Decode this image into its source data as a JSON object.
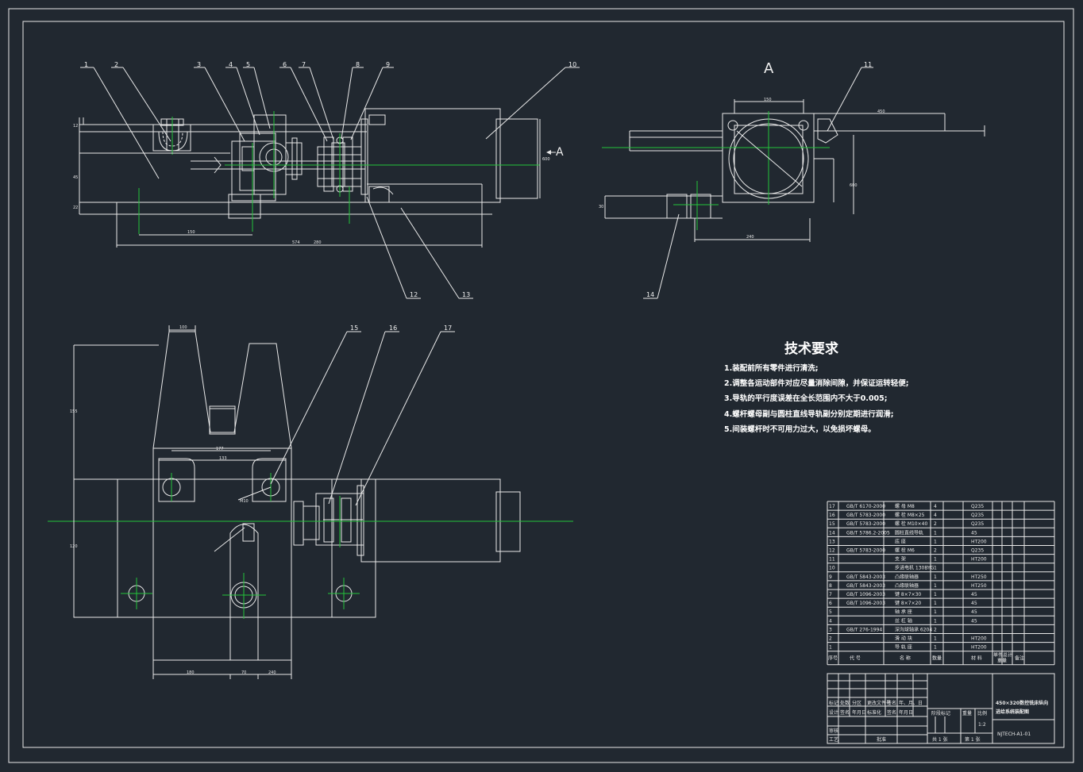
{
  "colors": {
    "background": "#212830",
    "lines": "#e9e9e9",
    "centerlines": "#22c43a"
  },
  "section_label": "A",
  "arrow_label": "A",
  "part_callouts": [
    "1",
    "2",
    "3",
    "4",
    "5",
    "6",
    "7",
    "8",
    "9",
    "10",
    "11",
    "12",
    "13",
    "14",
    "15",
    "16",
    "17"
  ],
  "tech_requirements": {
    "title": "技术要求",
    "items": [
      "1.装配前所有零件进行清洗;",
      "2.调整各运动部件对应尽量消除间隙，并保证运转轻便;",
      "3.导轨的平行度误差在全长范围内不大于0.005;",
      "4.螺杆螺母副与圆柱直线导轨副分别定期进行润滑;",
      "5.间装螺杆时不可用力过大，以免损坏螺母。"
    ]
  },
  "bom": [
    {
      "no": "17",
      "std": "GB/T 6170-2000",
      "name": "螺 母 M8",
      "qty": "4",
      "mat": "Q235"
    },
    {
      "no": "16",
      "std": "GB/T 5783-2000",
      "name": "螺 栓 M8×25",
      "qty": "4",
      "mat": "Q235"
    },
    {
      "no": "15",
      "std": "GB/T 5783-2000",
      "name": "螺 栓 M10×40",
      "qty": "2",
      "mat": "Q235"
    },
    {
      "no": "14",
      "std": "GB/T 5786.2-2005",
      "name": "圆柱直线导轨",
      "qty": "1",
      "mat": "45"
    },
    {
      "no": "13",
      "std": "",
      "name": "底 座",
      "qty": "1",
      "mat": "HT200"
    },
    {
      "no": "12",
      "std": "GB/T 5783-2000",
      "name": "螺 栓 M6",
      "qty": "2",
      "mat": "Q235"
    },
    {
      "no": "11",
      "std": "",
      "name": "支 架",
      "qty": "1",
      "mat": "HT200"
    },
    {
      "no": "10",
      "std": "",
      "name": "步进电机 130BYG",
      "qty": "1",
      "mat": ""
    },
    {
      "no": "9",
      "std": "GB/T 5843-2003",
      "name": "凸缘联轴器",
      "qty": "1",
      "mat": "HT250"
    },
    {
      "no": "8",
      "std": "GB/T 5843-2003",
      "name": "凸缘联轴器",
      "qty": "1",
      "mat": "HT250"
    },
    {
      "no": "7",
      "std": "GB/T 1096-2003",
      "name": "键 8×7×30",
      "qty": "1",
      "mat": "45"
    },
    {
      "no": "6",
      "std": "GB/T 1096-2003",
      "name": "键 8×7×20",
      "qty": "1",
      "mat": "45"
    },
    {
      "no": "5",
      "std": "",
      "name": "轴 承 座",
      "qty": "1",
      "mat": "45"
    },
    {
      "no": "4",
      "std": "",
      "name": "丝 杠 轴",
      "qty": "1",
      "mat": "45"
    },
    {
      "no": "3",
      "std": "GB/T 276-1994",
      "name": "深沟球轴承 6204",
      "qty": "2",
      "mat": ""
    },
    {
      "no": "2",
      "std": "",
      "name": "滑 动 块",
      "qty": "1",
      "mat": "HT200"
    },
    {
      "no": "1",
      "std": "",
      "name": "导 轨 座",
      "qty": "1",
      "mat": "HT200"
    }
  ],
  "bom_header": {
    "no": "序号",
    "std": "代 号",
    "name": "名 称",
    "qty": "数量",
    "mat": "材 料",
    "single": "单件",
    "total": "总计",
    "weight": "重量",
    "note": "备注"
  },
  "title_block": {
    "title_line1": "450×320数控铣床纵向",
    "title_line2": "进给系统装配图",
    "drawing_no": "NJTECH-A1-01",
    "scale": "1:2",
    "sheets_total": "共 1 张",
    "sheet_no": "第 1 张",
    "stage_label": "阶段标记",
    "weight_label": "重量",
    "scale_label": "比例",
    "row_change": [
      "标记",
      "处数",
      "分区",
      "更改文件号",
      "签名",
      "年、月、日"
    ],
    "row_design": [
      "设计",
      "签名",
      "年月日",
      "标准化",
      "签名",
      "年月日"
    ],
    "row_check": "审核",
    "row_process": "工艺",
    "row_approve": "批准"
  },
  "dimensions": {
    "top_view": [
      "150",
      "280",
      "574",
      "12",
      "45",
      "22",
      "600"
    ],
    "side_view": [
      "150",
      "450",
      "240",
      "30",
      "600"
    ],
    "plan_view": [
      "100",
      "155",
      "120",
      "180",
      "177",
      "133",
      "240",
      "70",
      "M10"
    ]
  }
}
